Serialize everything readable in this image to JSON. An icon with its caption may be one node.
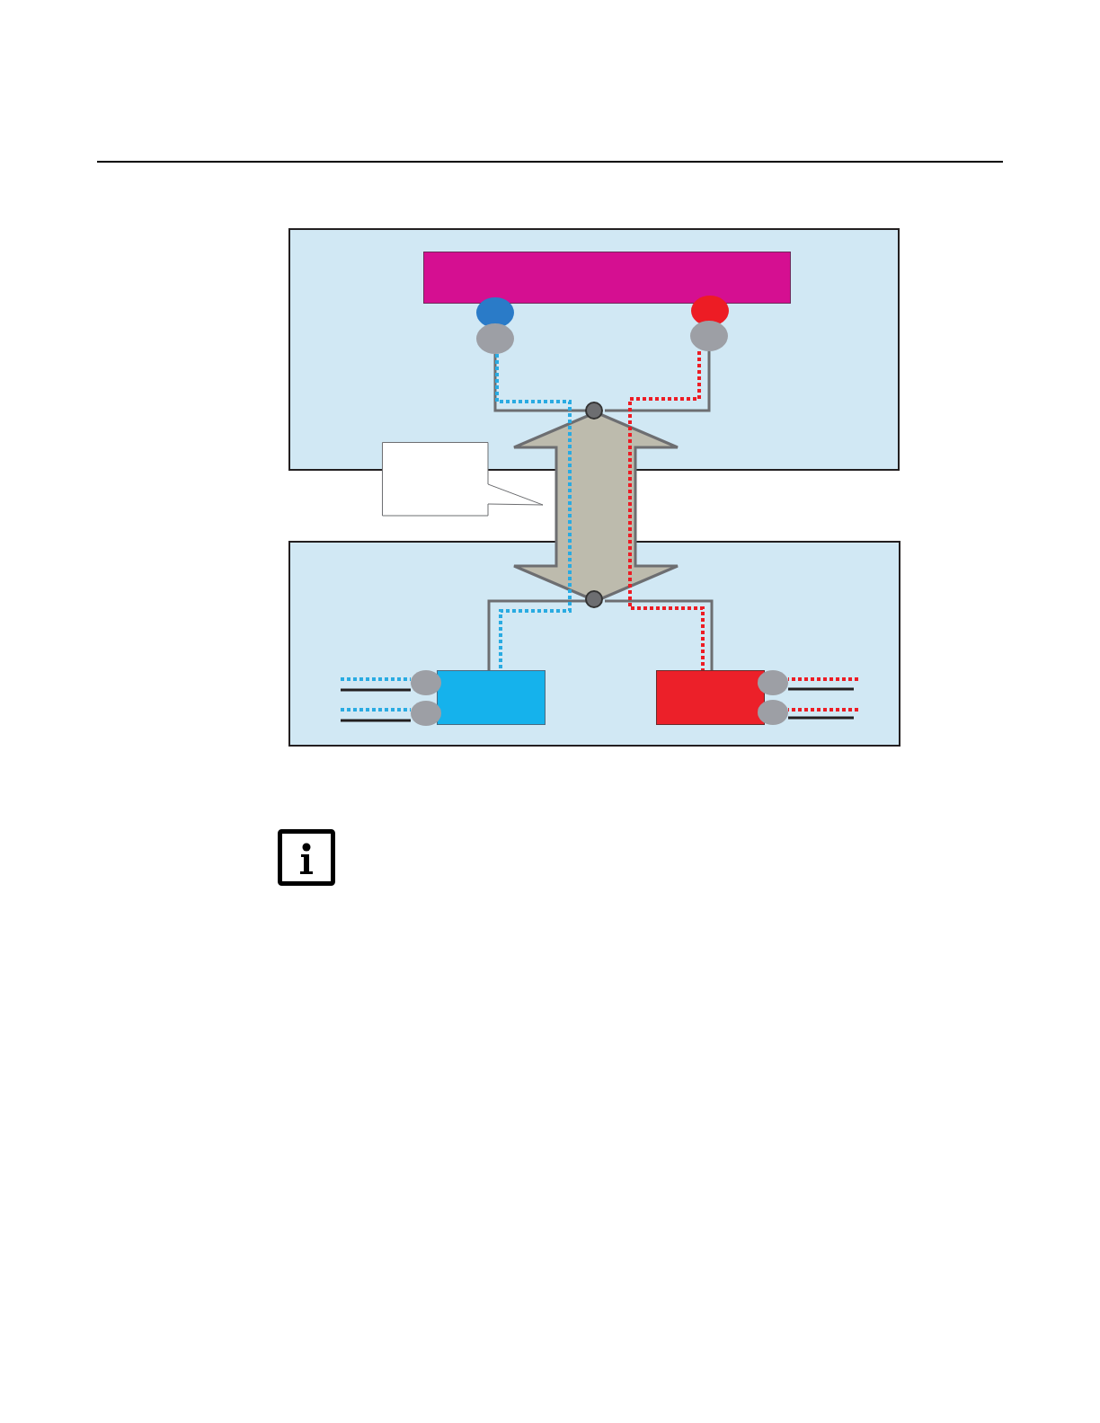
{
  "diagram": {
    "nodes": [
      {
        "text": [],
        "shape": "box"
      },
      {
        "text": [],
        "shape": "bar",
        "in": 0
      },
      {
        "text": [],
        "shape": "circle",
        "in": 0
      },
      {
        "text": [],
        "shape": "circle",
        "in": 0
      },
      {
        "text": [],
        "shape": "circle",
        "in": 0
      },
      {
        "text": [],
        "shape": "circle",
        "in": 0
      },
      {
        "text": [],
        "shape": "circle",
        "in": 0
      },
      {
        "text": [],
        "shape": "box"
      },
      {
        "text": [],
        "shape": "circle",
        "in": 7
      },
      {
        "text": [],
        "shape": "box",
        "in": 7
      },
      {
        "text": [],
        "shape": "box",
        "in": 7
      },
      {
        "text": [],
        "shape": "circle",
        "in": 7
      },
      {
        "text": [],
        "shape": "circle",
        "in": 7
      },
      {
        "text": [],
        "shape": "circle",
        "in": 7
      },
      {
        "text": [],
        "shape": "circle",
        "in": 7
      },
      {
        "text": [],
        "shape": "callout"
      }
    ],
    "edges": [
      {
        "from": 3,
        "to": 6,
        "arrow": "none"
      },
      {
        "from": 5,
        "to": 6,
        "arrow": "none"
      },
      {
        "from": 6,
        "to": 8,
        "arrow": "both",
        "style": "thick",
        "color": "#bdbbad"
      },
      {
        "from": 8,
        "to": 9,
        "arrow": "none"
      },
      {
        "from": 8,
        "to": 10,
        "arrow": "none"
      },
      {
        "from": 3,
        "to": 9,
        "arrow": "none",
        "style": "dashed",
        "color": "#29abe2"
      },
      {
        "from": 5,
        "to": 10,
        "arrow": "none",
        "style": "dashed",
        "color": "#ed1c24"
      },
      {
        "from": null,
        "to": 11,
        "arrow": "none",
        "style": "dashed",
        "color": "#29abe2"
      },
      {
        "from": null,
        "to": 11,
        "arrow": "none",
        "color": "#231f20"
      },
      {
        "from": null,
        "to": 12,
        "arrow": "none",
        "style": "dashed",
        "color": "#29abe2"
      },
      {
        "from": null,
        "to": 12,
        "arrow": "none",
        "color": "#231f20"
      },
      {
        "from": null,
        "to": 13,
        "arrow": "none",
        "style": "dashed",
        "color": "#ed1c24"
      },
      {
        "from": null,
        "to": 13,
        "arrow": "none",
        "color": "#231f20"
      },
      {
        "from": null,
        "to": 14,
        "arrow": "none",
        "style": "dashed",
        "color": "#ed1c24"
      },
      {
        "from": null,
        "to": 14,
        "arrow": "none",
        "color": "#231f20"
      }
    ]
  }
}
